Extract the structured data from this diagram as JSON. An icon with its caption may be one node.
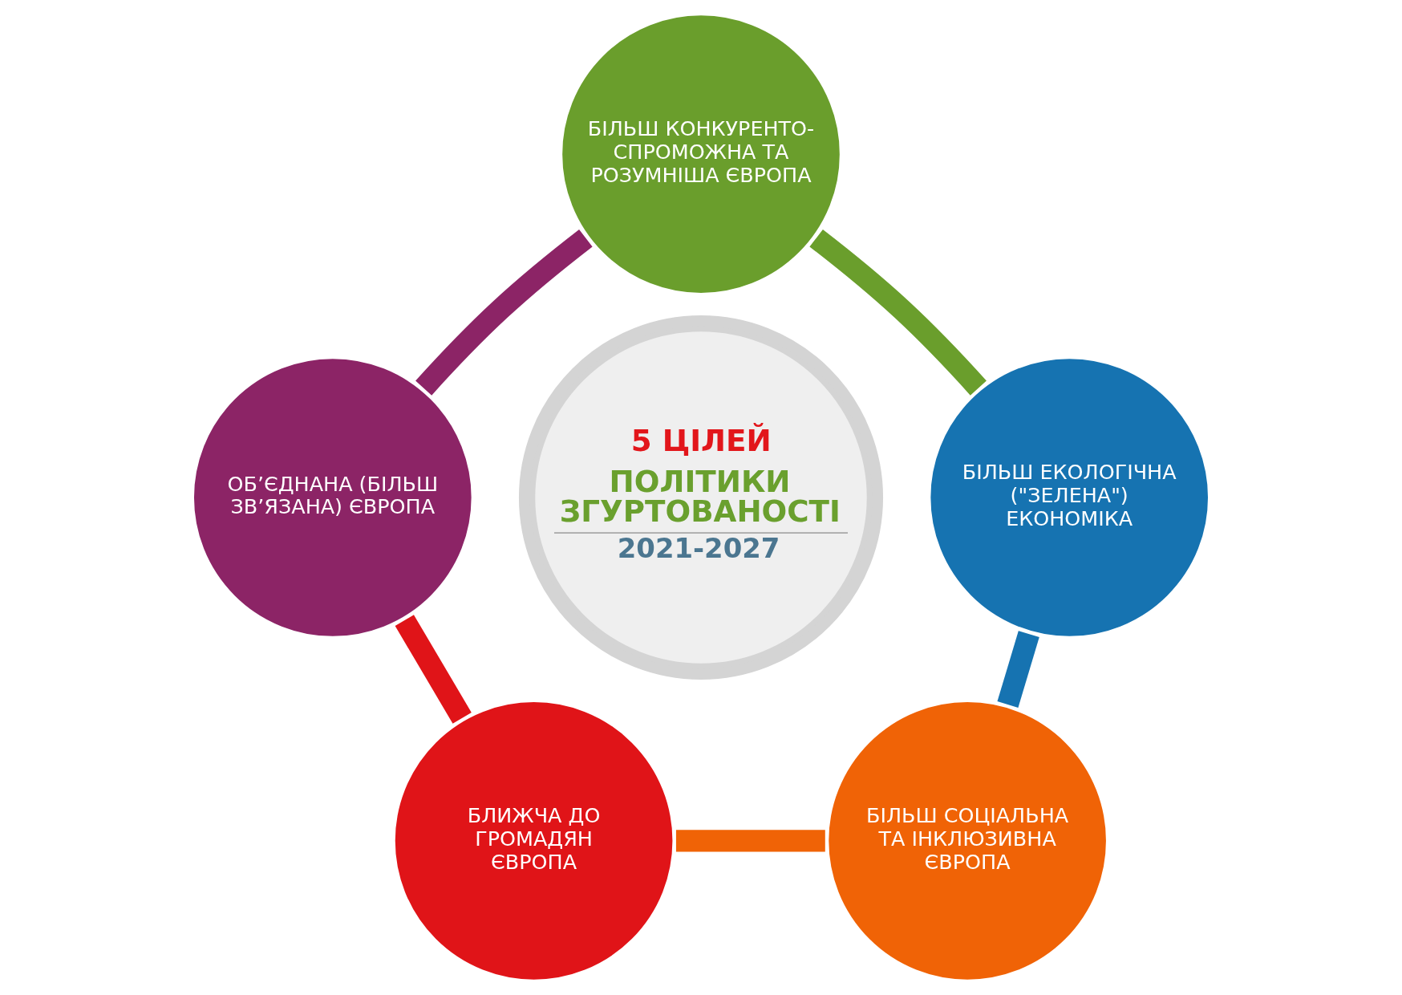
{
  "diagram": {
    "nodes": [
      {
        "text": [
          "БІЛЬШ КОНКУРЕНТО- СПРОМОЖНА ТА РОЗУМНІША ЄВРОПА"
        ]
      },
      {
        "text": [
          "ОБ’ЄДНАНА (БІЛЬШ ЗВ’ЯЗАНА) ЄВРОПА"
        ]
      },
      {
        "text": [
          "5 ЦІЛЕЙ",
          "ПОЛІТИКИ ЗГУРТОВАНОСТІ",
          "2021-2027"
        ]
      },
      {
        "text": [
          "БІЛЬШ ЕКОЛОГІЧНА (\"ЗЕЛЕНА\") ЕКОНОМІКА"
        ]
      },
      {
        "text": [
          "БЛИЖЧА ДО ГРОМАДЯН ЄВРОПА"
        ]
      },
      {
        "text": [
          "БІЛЬШ СОЦІАЛЬНА ТА ІНКЛЮЗИВНА ЄВРОПА"
        ]
      }
    ],
    "edges": [
      {
        "from": 0,
        "to": 3,
        "arrow": "none",
        "color": "#6a9e2c"
      },
      {
        "from": 3,
        "to": 5,
        "arrow": "none",
        "color": "#1673b1"
      },
      {
        "from": 4,
        "to": 5,
        "arrow": "none",
        "color": "#f06306"
      },
      {
        "from": 1,
        "to": 4,
        "arrow": "none",
        "color": "#e01418"
      },
      {
        "from": 0,
        "to": 1,
        "arrow": "none",
        "color": "#8c2466"
      }
    ]
  }
}
